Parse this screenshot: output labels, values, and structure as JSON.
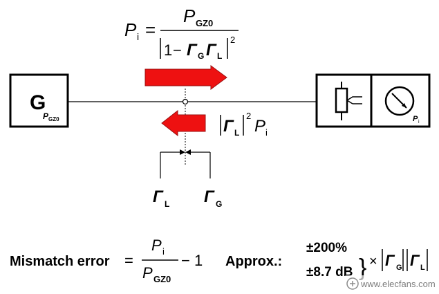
{
  "formula_pi": {
    "lhs_base": "P",
    "lhs_sub": "i",
    "equals": "=",
    "num_base": "P",
    "num_sub": "GZ0",
    "den_one": "1",
    "den_minus": "−",
    "den_gamma1": "Γ",
    "den_gamma1_sub": "G",
    "den_gamma2": "Γ",
    "den_gamma2_sub": "L",
    "den_exp": "2"
  },
  "generator": {
    "letter": "G",
    "power_base": "P",
    "power_sub": "GZ0"
  },
  "reflected": {
    "gamma": "Γ",
    "gamma_sub": "L",
    "exp": "2",
    "p_base": "P",
    "p_sub": "i"
  },
  "reference_plane": {
    "gamma_l": "Γ",
    "gamma_l_sub": "L",
    "gamma_g": "Γ",
    "gamma_g_sub": "G"
  },
  "power_meter": {
    "p_base": "P",
    "p_sub": "i"
  },
  "mismatch": {
    "label": "Mismatch error",
    "equals": "=",
    "num_base": "P",
    "num_sub": "i",
    "den_base": "P",
    "den_sub": "GZ0",
    "minus_one": "− 1",
    "approx_label": "Approx.:",
    "pct": "±200%",
    "db": "±8.7 dB",
    "times": "×",
    "gamma1": "Γ",
    "gamma1_sub": "G",
    "gamma2": "Γ",
    "gamma2_sub": "L"
  },
  "watermark": {
    "site": "www.elecfans.com"
  },
  "colors": {
    "arrow_red": "#ee1111",
    "line": "#000000"
  }
}
